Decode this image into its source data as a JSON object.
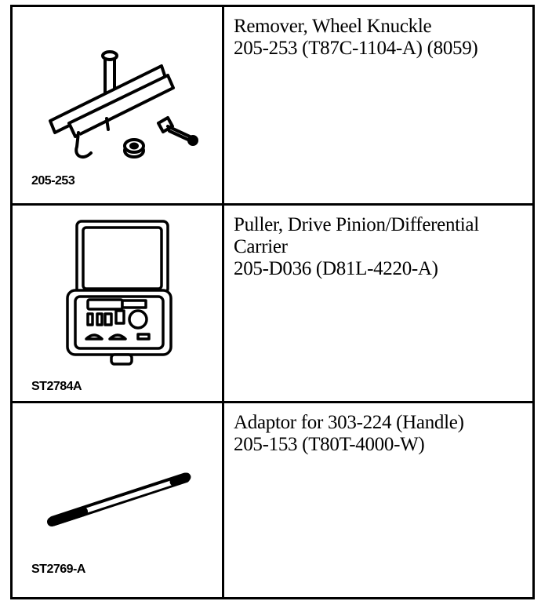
{
  "tools": [
    {
      "caption": "205-253",
      "lines": [
        "Remover, Wheel Knuckle",
        "205-253 (T87C-1104-A) (8059)"
      ],
      "icon": "wheel-knuckle-remover-icon"
    },
    {
      "caption": "ST2784A",
      "lines": [
        "Puller, Drive Pinion/Differential",
        "Carrier",
        "205-D036 (D81L-4220-A)"
      ],
      "icon": "puller-case-icon"
    },
    {
      "caption": "ST2769-A",
      "lines": [
        "Adaptor for 303-224 (Handle)",
        "205-153 (T80T-4000-W)"
      ],
      "icon": "adaptor-rod-icon"
    }
  ]
}
